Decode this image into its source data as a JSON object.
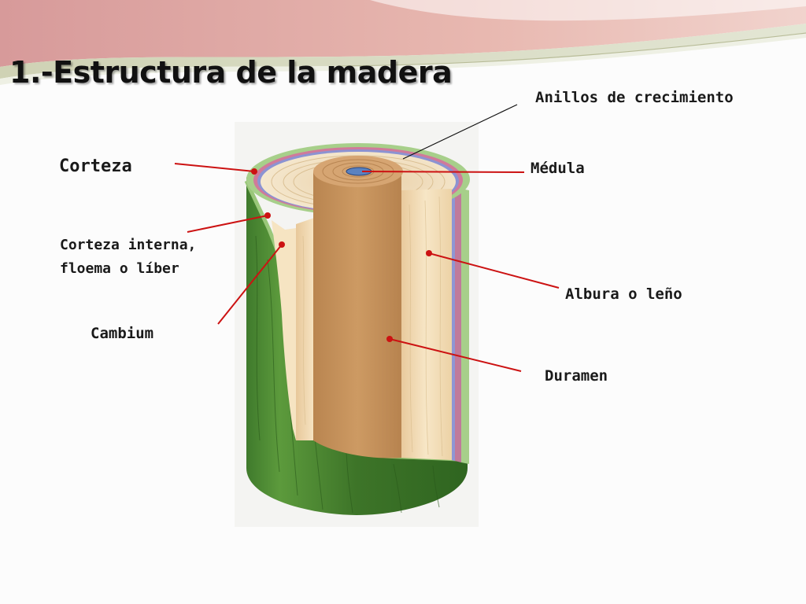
{
  "title": "1.-Estructura de la madera",
  "labels": {
    "anillos": "Anillos de crecimiento",
    "corteza": "Corteza",
    "medula": "Médula",
    "corteza_interna_1": "Corteza interna,",
    "corteza_interna_2": "floema o líber",
    "albura": "Albura o leño",
    "cambium": "Cambium",
    "duramen": "Duramen"
  },
  "colors": {
    "bark": "#4f8a35",
    "bark_light": "#9ac77a",
    "inner_bark": "#d06f8e",
    "cambium": "#7f88cc",
    "sapwood": "#f3dfb9",
    "heartwood": "#c8955e",
    "pith": "#5b82c0",
    "leader_line": "#cc1212"
  }
}
